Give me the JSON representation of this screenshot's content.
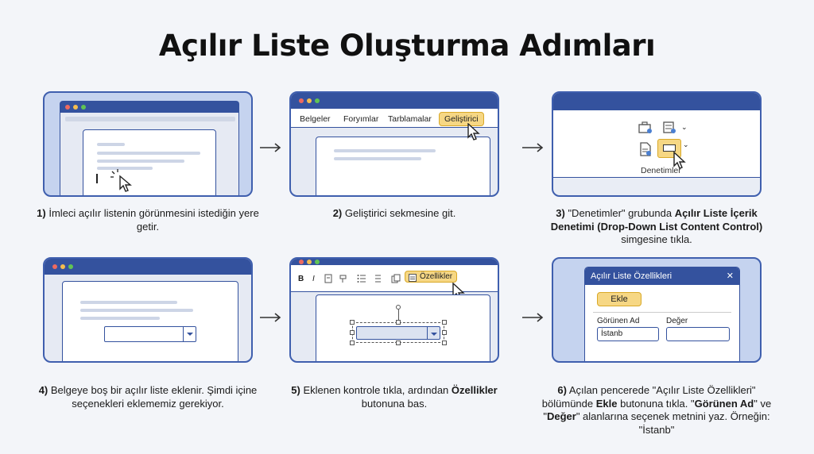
{
  "title": "Açılır Liste Oluşturma Adımları",
  "steps": [
    {
      "num": "1)",
      "text": "İmleci açılır listenin görünmesini istediğin yere getir."
    },
    {
      "num": "2)",
      "text": "Geliştirici sekmesine git."
    },
    {
      "num": "3)",
      "pre": "\"Denetimler\" grubunda ",
      "bold": "Açılır Liste İçerik Denetimi (Drop-Down List Content Control)",
      "post": " simgesine tıkla."
    },
    {
      "num": "4)",
      "text": "Belgeye boş bir açılır liste eklenir. Şimdi içine seçenekleri eklememiz gerekiyor."
    },
    {
      "num": "5)",
      "pre": "Eklenen kontrole tıkla, ardından ",
      "bold": "Özellikler",
      "post": " butonuna bas."
    },
    {
      "num": "6)",
      "pre": "Açılan pencerede \"Açılır Liste Özellikleri\" bölümünde ",
      "bold": "Ekle",
      "mid": " butonuna tıkla. \"",
      "bold2": "Görünen Ad",
      "mid2": "\" ve \"",
      "bold3": "Değer",
      "post": "\" alanlarına seçenek metnini yaz. Örneğin: \"İstanb\""
    }
  ],
  "ribbon_tabs": [
    "Belgeler",
    "Foryımlar",
    "Tarblamalar",
    "Geliştirici"
  ],
  "controls_group_label": "Denetimler",
  "toolbar": {
    "bold": "B",
    "italic": "I",
    "properties_label": "Özellikler"
  },
  "dialog": {
    "title": "Açılır Liste Özellikleri",
    "close": "✕",
    "add_button": "Ekle",
    "display_name_label": "Görünen Ad",
    "value_label": "Değer",
    "display_name_value": "İstanb",
    "value_value": ""
  },
  "colors": {
    "accent": "#34529e",
    "highlight": "#f6d784",
    "card_bg": "#e6eaf3",
    "card_active_bg": "#c5d3ef"
  }
}
